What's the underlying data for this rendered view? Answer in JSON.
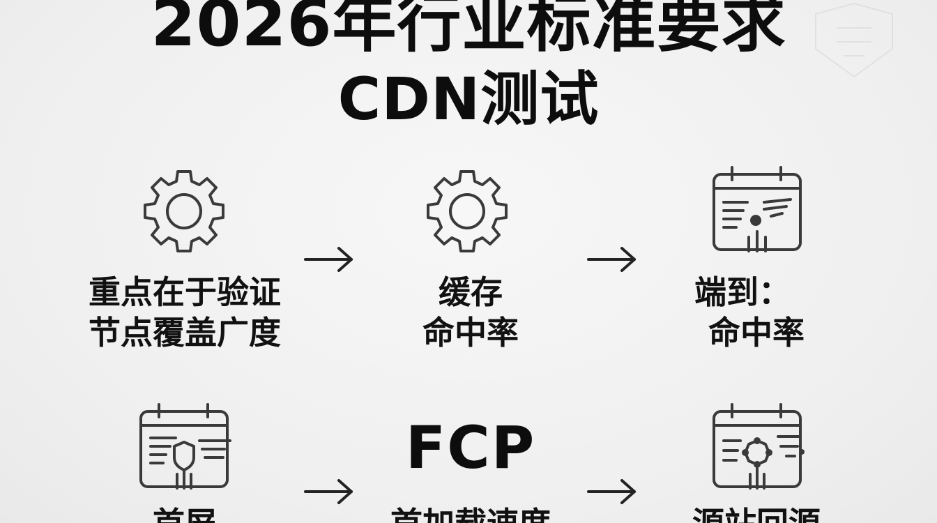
{
  "title": {
    "line1": "2026年行业标准要求",
    "line2": "CDN测试"
  },
  "steps_row1": [
    {
      "icon": "gear-icon",
      "line1": "重点在于验证",
      "line2": "节点覆盖广度"
    },
    {
      "icon": "gear-icon",
      "line1": "缓存",
      "line2": "命中率"
    },
    {
      "icon": "calendar-document-icon",
      "line1": "端到：",
      "line2": "命中率"
    }
  ],
  "steps_row2": [
    {
      "icon": "calendar-shield-icon",
      "line1": "首屏"
    },
    {
      "text_icon": "FCP",
      "line1": "首加载速度"
    },
    {
      "icon": "calendar-gear-icon",
      "line1": "源站回源"
    }
  ],
  "colors": {
    "ink": "#111111",
    "icon_stroke": "#3a3a3a",
    "background": "#f2f2f2"
  }
}
